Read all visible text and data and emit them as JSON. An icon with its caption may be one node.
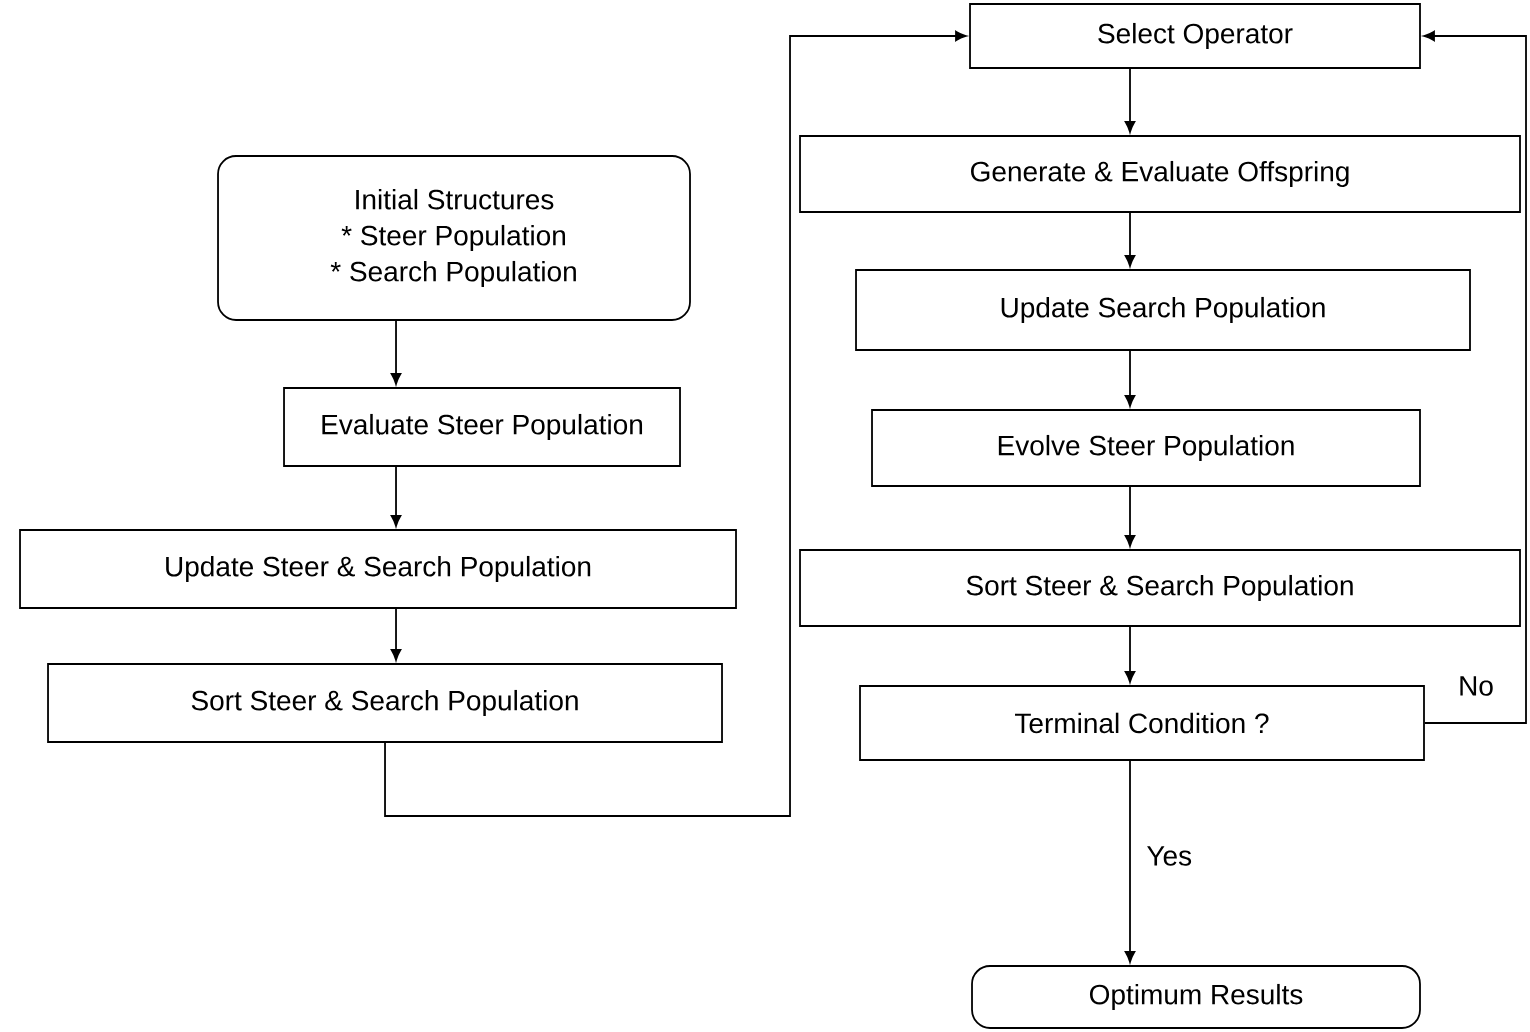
{
  "diagram": {
    "nodes": [
      {
        "text": [
          "Initial Structures",
          "* Steer Population",
          "* Search Population"
        ]
      },
      {
        "text": [
          "Evaluate Steer Population"
        ]
      },
      {
        "text": [
          "Update Steer & Search Population"
        ]
      },
      {
        "text": [
          "Sort Steer & Search Population"
        ]
      },
      {
        "text": [
          "Select Operator"
        ]
      },
      {
        "text": [
          "Generate & Evaluate Offspring"
        ]
      },
      {
        "text": [
          "Update Search Population"
        ]
      },
      {
        "text": [
          "Evolve Steer Population"
        ]
      },
      {
        "text": [
          "Sort Steer & Search Population"
        ]
      },
      {
        "text": [
          "Terminal Condition ?"
        ]
      },
      {
        "text": [
          "Optimum Results"
        ]
      }
    ],
    "edges": [
      {
        "from": 0,
        "to": 1,
        "arrow": "to"
      },
      {
        "from": 1,
        "to": 2,
        "arrow": "to"
      },
      {
        "from": 2,
        "to": 3,
        "arrow": "to"
      },
      {
        "from": 3,
        "to": 4,
        "arrow": "to"
      },
      {
        "from": 4,
        "to": 5,
        "arrow": "to"
      },
      {
        "from": 5,
        "to": 6,
        "arrow": "to"
      },
      {
        "from": 6,
        "to": 7,
        "arrow": "to"
      },
      {
        "from": 7,
        "to": 8,
        "arrow": "to"
      },
      {
        "from": 8,
        "to": 9,
        "arrow": "to"
      },
      {
        "from": 9,
        "to": 10,
        "arrow": "to",
        "label": "Yes"
      },
      {
        "from": 9,
        "to": 4,
        "arrow": "to",
        "label": "No"
      }
    ]
  }
}
